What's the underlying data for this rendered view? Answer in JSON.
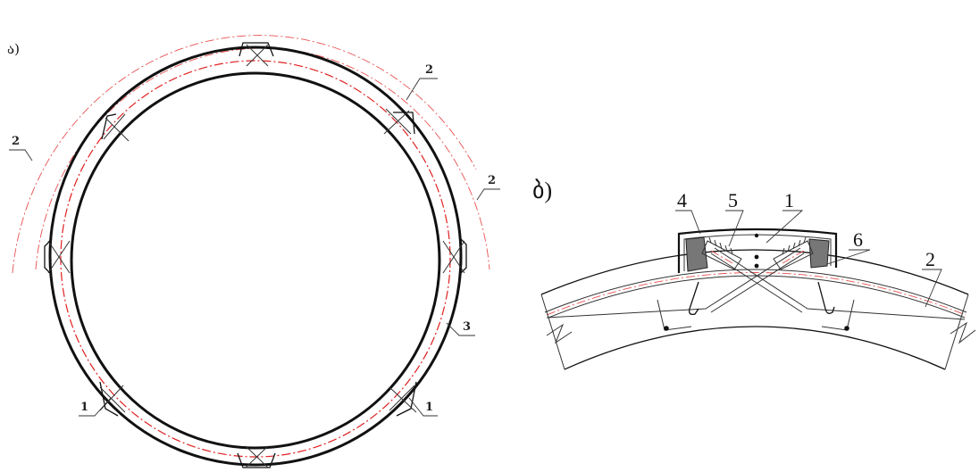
{
  "panel_a": {
    "letter": "ა)",
    "labels": {
      "l1_left": "1",
      "l1_right": "1",
      "l2_top": "2",
      "l2_left": "2",
      "l2_right": "2",
      "l3": "3"
    }
  },
  "panel_b": {
    "letter": "ბ)",
    "labels": {
      "l1": "1",
      "l2": "2",
      "l4": "4",
      "l5": "5",
      "l6": "6"
    }
  },
  "colors": {
    "line": "#111111",
    "axis_dash": "#e02020"
  }
}
